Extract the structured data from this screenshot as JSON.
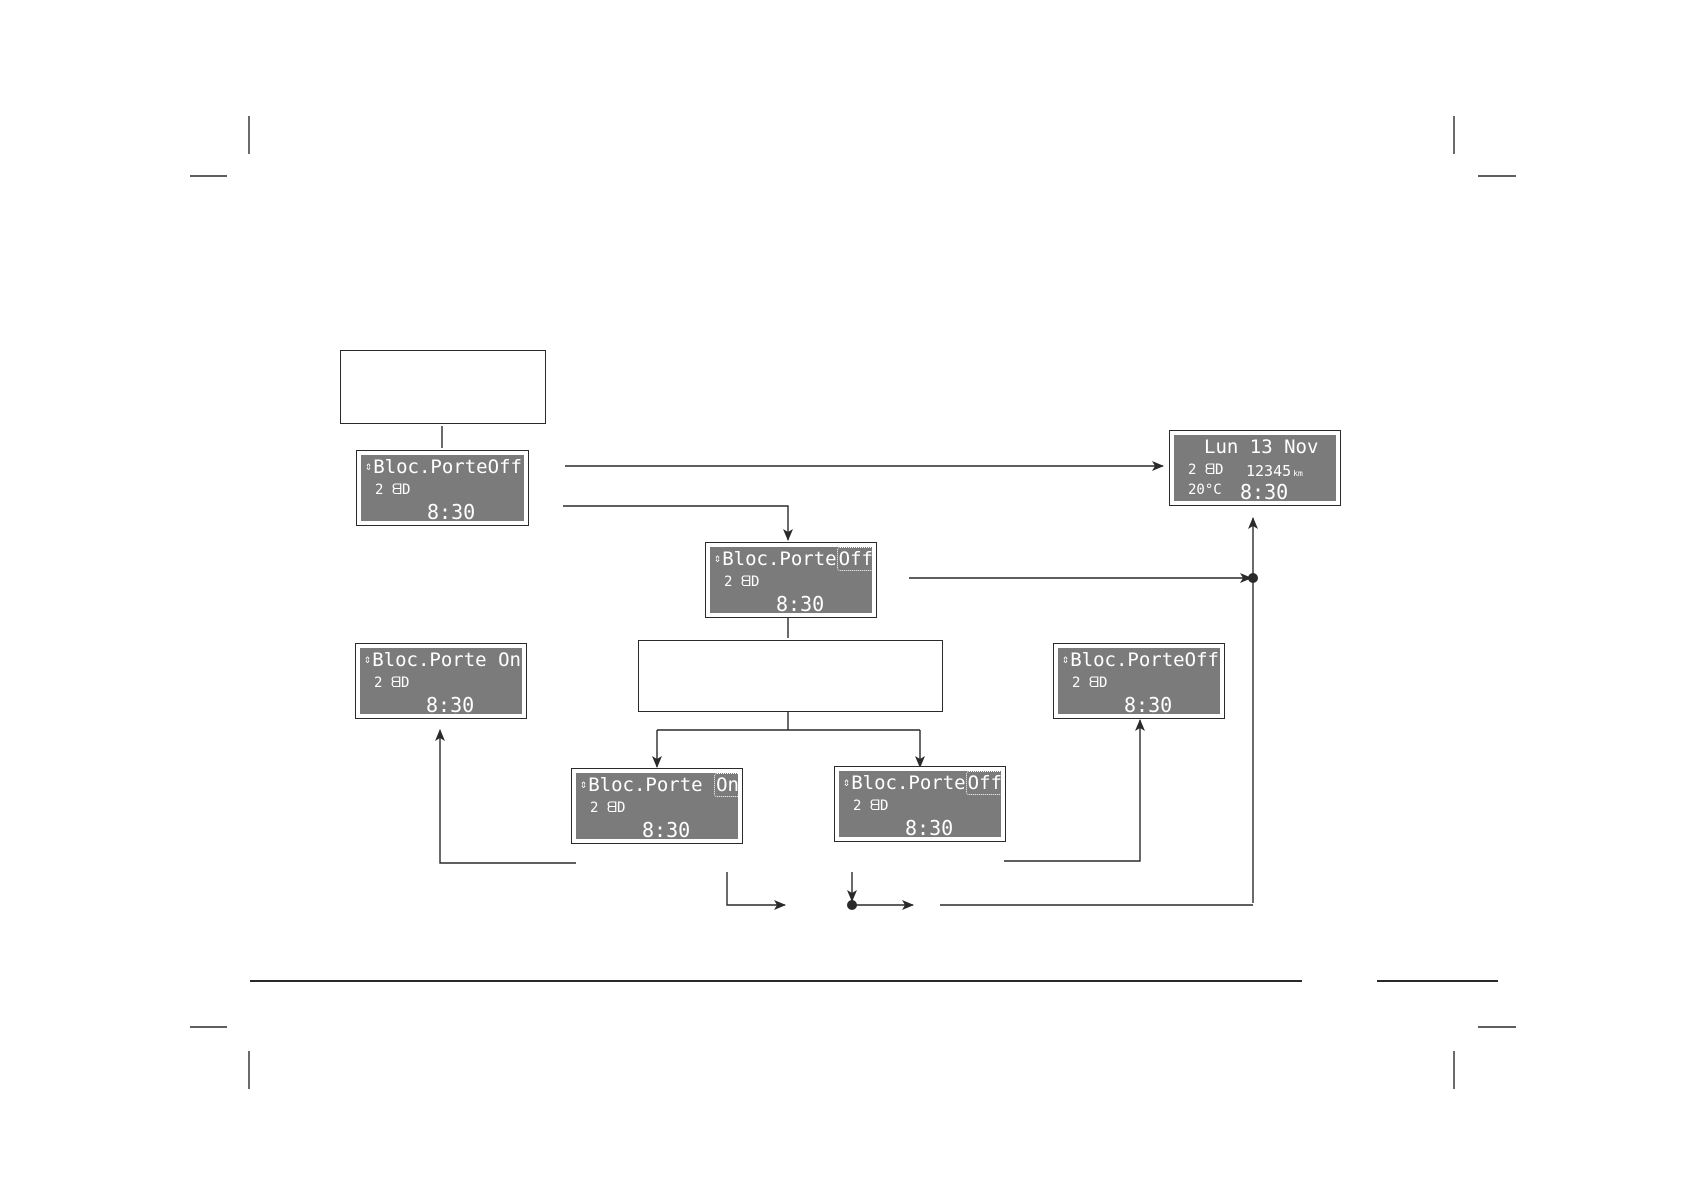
{
  "screen_menu": {
    "arrows": "⇕",
    "label": "Bloc.Porte",
    "state": "Off",
    "gear": "2",
    "lamp": "ᗺD",
    "time": "8:30"
  },
  "screen_select": {
    "arrows": "⇕",
    "label": "Bloc.Porte",
    "state": "Off",
    "gear": "2",
    "lamp": "ᗺD",
    "time": "8:30"
  },
  "screen_choose_on": {
    "arrows": "⇕",
    "label": "Bloc.Porte",
    "state": "On",
    "gear": "2",
    "lamp": "ᗺD",
    "time": "8:30"
  },
  "screen_choose_off": {
    "arrows": "⇕",
    "label": "Bloc.Porte",
    "state": "Off",
    "gear": "2",
    "lamp": "ᗺD",
    "time": "8:30"
  },
  "screen_result_on": {
    "arrows": "⇕",
    "label": "Bloc.Porte",
    "state": "On",
    "gear": "2",
    "lamp": "ᗺD",
    "time": "8:30"
  },
  "screen_result_off": {
    "arrows": "⇕",
    "label": "Bloc.Porte",
    "state": "Off",
    "gear": "2",
    "lamp": "ᗺD",
    "time": "8:30"
  },
  "screen_home": {
    "date": "Lun 13 Nov",
    "gear": "2",
    "lamp": "ᗺD",
    "odometer": "12345",
    "odometer_unit": "km",
    "temperature": "20°C",
    "time": "8:30"
  },
  "colors": {
    "lcd_background": "#7b7b7b",
    "lcd_text": "#ffffff",
    "line": "#2a2a2a"
  }
}
